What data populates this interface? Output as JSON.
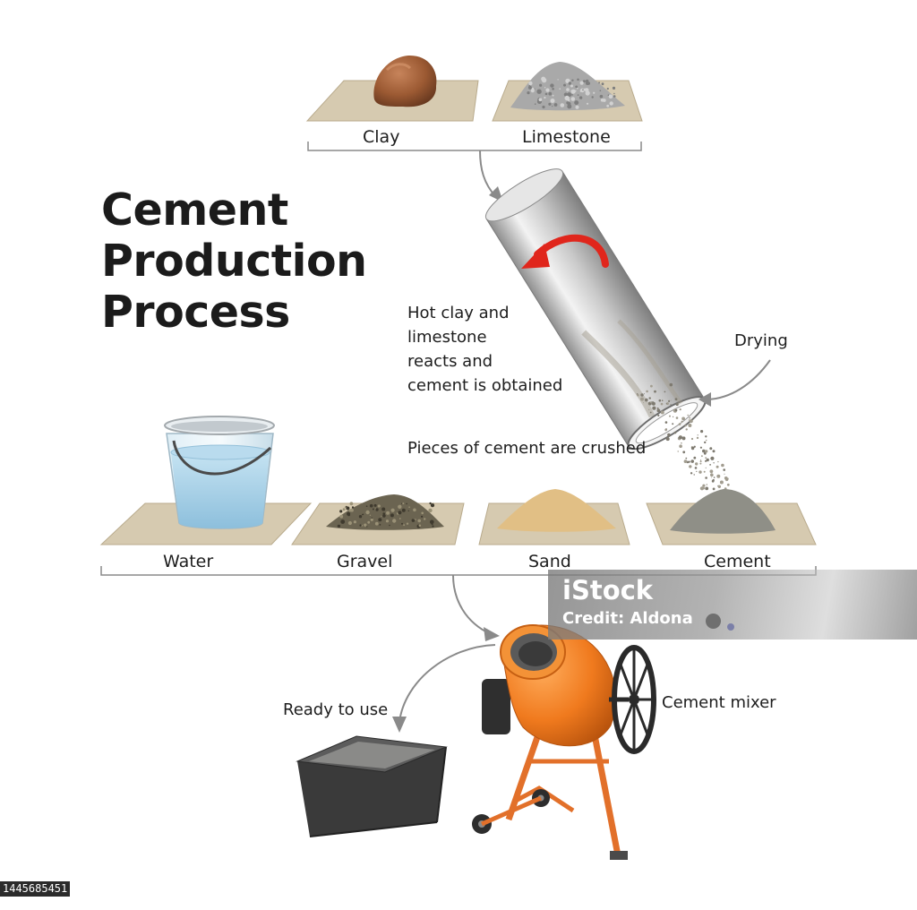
{
  "diagram": {
    "title_lines": [
      "Cement",
      "Production",
      "Process"
    ],
    "inputs_top": {
      "clay": "Clay",
      "limestone": "Limestone"
    },
    "kiln_note_lines": [
      "Hot clay and",
      "limestone",
      "reacts and",
      "cement is obtained"
    ],
    "drying": "Drying",
    "crushed_note": "Pieces of cement are crushed",
    "inputs_bottom": {
      "water": "Water",
      "gravel": "Gravel",
      "sand": "Sand",
      "cement": "Cement"
    },
    "mixer": "Cement mixer",
    "ready": "Ready to use"
  },
  "watermark": {
    "logo": "iStock",
    "credit": "Credit: Aldona"
  },
  "image_id": "1445685451",
  "colors": {
    "mat": "#d6cab0",
    "mat_edge": "#b9ab8d",
    "clay": "#9c5a33",
    "limestone": "#a9a9a9",
    "water": "#a7cfe4",
    "gravel": "#6b6451",
    "sand": "#e1bf85",
    "cement": "#8f8f87",
    "mixer_orange": "#f07a1e",
    "arrow_red": "#e0261c",
    "kiln_silver": "#c9c9c9",
    "tub": "#3a3a3a"
  }
}
